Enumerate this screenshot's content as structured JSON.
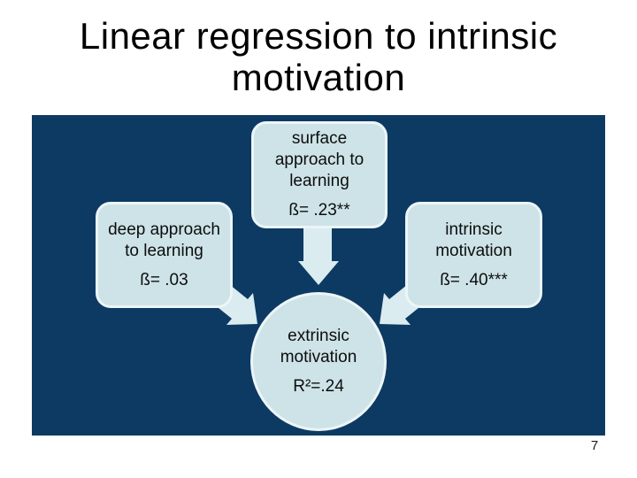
{
  "title": {
    "line1": "Linear regression to intrinsic",
    "line2": "motivation"
  },
  "diagram": {
    "nodes": [
      {
        "id": "deep-approach",
        "label": "deep approach to learning",
        "value": "ß= .03"
      },
      {
        "id": "surface-approach",
        "label": "surface approach to learning",
        "value": "ß= .23**"
      },
      {
        "id": "intrinsic-motivation",
        "label": "intrinsic motivation",
        "value": "ß= .40***"
      }
    ],
    "outcome": {
      "id": "extrinsic-motivation",
      "label": "extrinsic motivation",
      "value": "R²=.24"
    },
    "edges": [
      {
        "from": "deep-approach",
        "to": "extrinsic-motivation"
      },
      {
        "from": "surface-approach",
        "to": "extrinsic-motivation"
      },
      {
        "from": "intrinsic-motivation",
        "to": "extrinsic-motivation"
      }
    ]
  },
  "footer": {
    "page_number": "7"
  },
  "colors": {
    "navy": "#0d3a63",
    "node_fill": "#cde3e8",
    "node_border": "#ecf5f7",
    "arrow_fill": "#daecf0",
    "text_color": "#0d0d0d",
    "slide_bg": "#ffffff"
  }
}
